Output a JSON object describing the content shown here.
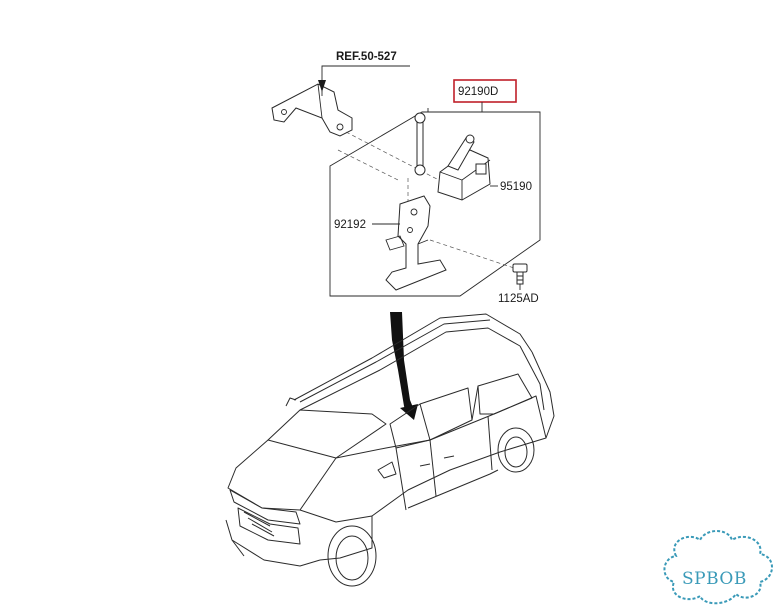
{
  "labels": {
    "ref": "REF.50-527",
    "sensor_assembly": "92190D",
    "sensor": "95190",
    "bracket": "92192",
    "bolt": "1125AD"
  },
  "colors": {
    "highlight_box": "#c0202a",
    "watermark": "#3a9ab8",
    "line": "#2a2a2a"
  },
  "watermark": {
    "text": "SPBOB"
  }
}
